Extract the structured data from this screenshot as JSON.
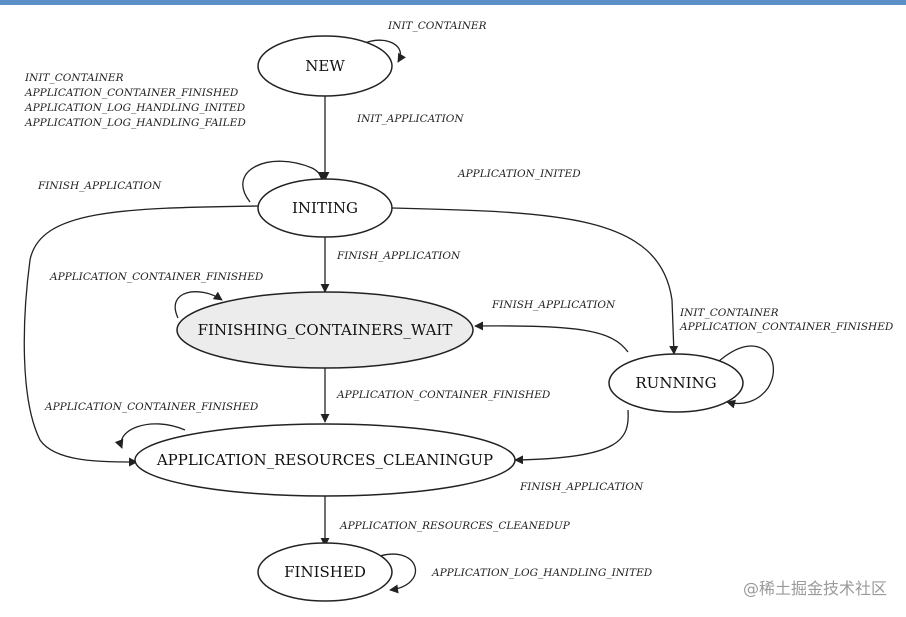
{
  "colors": {
    "top_bar": "#5b8fc7",
    "state_fill": "#ffffff",
    "highlight_fill": "#ececec",
    "line": "#222222"
  },
  "states": {
    "new": "NEW",
    "initing": "INITING",
    "finishing": "FINISHING_CONTAINERS_WAIT",
    "running": "RUNNING",
    "cleaning": "APPLICATION_RESOURCES_CLEANINGUP",
    "finished": "FINISHED"
  },
  "transitions": {
    "new_self": "INIT_CONTAINER",
    "initing_self_1": "INIT_CONTAINER",
    "initing_self_2": "APPLICATION_CONTAINER_FINISHED",
    "initing_self_3": "APPLICATION_LOG_HANDLING_INITED",
    "initing_self_4": "APPLICATION_LOG_HANDLING_FAILED",
    "new_to_initing": "INIT_APPLICATION",
    "initing_to_cleaning": "FINISH_APPLICATION",
    "initing_to_running": "APPLICATION_INITED",
    "initing_to_finishing": "FINISH_APPLICATION",
    "finishing_self": "APPLICATION_CONTAINER_FINISHED",
    "running_to_finishing": "FINISH_APPLICATION",
    "running_self_1": "INIT_CONTAINER",
    "running_self_2": "APPLICATION_CONTAINER_FINISHED",
    "finishing_to_cleaning": "APPLICATION_CONTAINER_FINISHED",
    "cleaning_self": "APPLICATION_CONTAINER_FINISHED",
    "running_to_cleaning": "FINISH_APPLICATION",
    "cleaning_to_finished": "APPLICATION_RESOURCES_CLEANEDUP",
    "finished_self": "APPLICATION_LOG_HANDLING_INITED"
  },
  "watermark": "@稀土掘金技术社区"
}
